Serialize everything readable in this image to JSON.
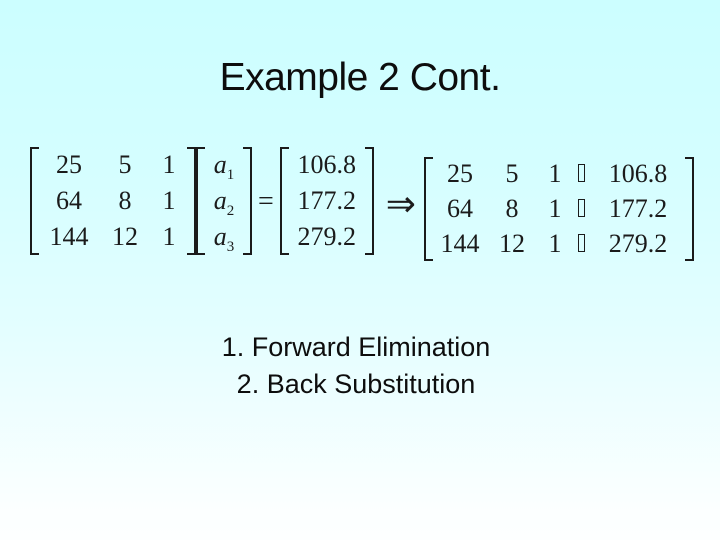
{
  "slide": {
    "title": "Example 2 Cont.",
    "steps": [
      "1. Forward Elimination",
      "2. Back Substitution"
    ]
  },
  "equation": {
    "coefficient_matrix": [
      [
        "25",
        "5",
        "1"
      ],
      [
        "64",
        "8",
        "1"
      ],
      [
        "144",
        "12",
        "1"
      ]
    ],
    "unknown_vector": [
      {
        "base": "a",
        "sub": "1"
      },
      {
        "base": "a",
        "sub": "2"
      },
      {
        "base": "a",
        "sub": "3"
      }
    ],
    "equals": "=",
    "rhs_vector": [
      "106.8",
      "177.2",
      "279.2"
    ],
    "implies": "⇒",
    "augmented_matrix": [
      [
        "25",
        "5",
        "1",
        "106.8"
      ],
      [
        "64",
        "8",
        "1",
        "177.2"
      ],
      [
        "144",
        "12",
        "1",
        "279.2"
      ]
    ],
    "augmented_separator_icon": "missing-glyph-box"
  }
}
